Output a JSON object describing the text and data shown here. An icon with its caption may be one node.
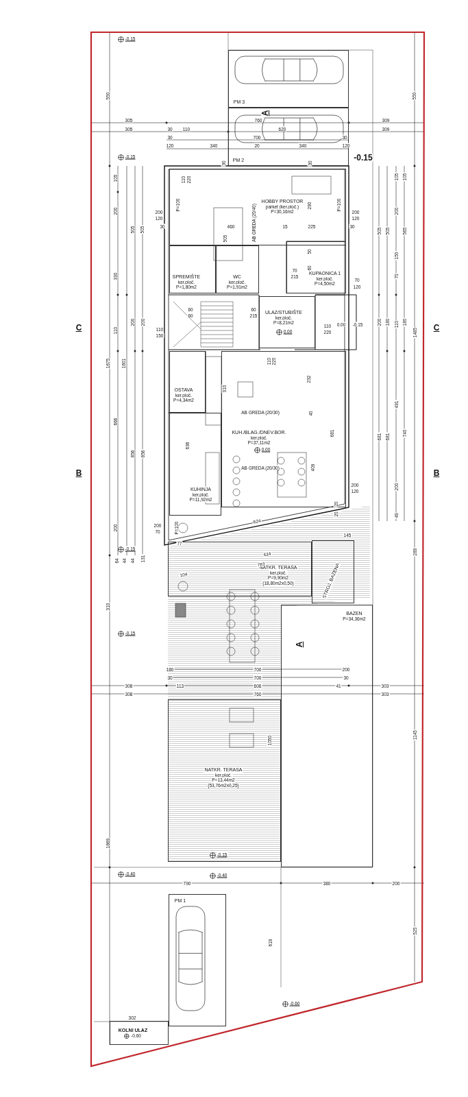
{
  "diagram": {
    "nodes": [
      {
        "text": [
          "PM 3"
        ]
      },
      {
        "text": [
          "PM 2"
        ]
      },
      {
        "text": [
          "HOBBY PROSTOR",
          "parket (ker.ploč.)",
          "P=30,16m2"
        ]
      },
      {
        "text": [
          "SPREMIŠTE",
          "ker.ploč.",
          "P=1,80m2"
        ]
      },
      {
        "text": [
          "WC",
          "ker.ploč.",
          "P=1,91m2"
        ]
      },
      {
        "text": [
          "KUPAONICA 1",
          "ker.ploč.",
          "P=4,50m2"
        ]
      },
      {
        "text": [
          "ULAZ/STUBIŠTE",
          "ker.ploč.",
          "P=8,21m2"
        ]
      },
      {
        "text": [
          "OSTAVA",
          "ker.ploč.",
          "P=4,34m2"
        ]
      },
      {
        "text": [
          "KUH./BLAG./DNEV.BOR.",
          "ker.ploč.",
          "P=37,11m2"
        ]
      },
      {
        "text": [
          "KUHINJA",
          "ker.ploč.",
          "P=11,92m2"
        ]
      },
      {
        "text": [
          "NATKR. TERASA",
          "ker.ploč.",
          "P=9,90m2",
          "(18,80m2x0,50)"
        ]
      },
      {
        "text": [
          "STROJ. BAZENA"
        ]
      },
      {
        "text": [
          "BAZEN",
          "P=34,36m2"
        ]
      },
      {
        "text": [
          "NATKR. TERASA",
          "ker.ploč.",
          "P=13,44m2",
          "(53,76m2x0,25)"
        ]
      },
      {
        "text": [
          "PM 1"
        ]
      },
      {
        "text": [
          "KOLNI ULAZ",
          "-0.60"
        ]
      }
    ],
    "labels": [
      "-0.15",
      "550",
      "550",
      "A",
      "305",
      "760",
      "309",
      "305",
      "30",
      "110",
      "620",
      "309",
      "30",
      "700",
      "30",
      "120",
      "340",
      "20",
      "340",
      "120",
      "-0.15",
      "-0.15",
      "30",
      "30",
      "105",
      "200",
      "505",
      "505",
      "330",
      "105",
      "105",
      "200",
      "505",
      "505",
      "565",
      "150",
      "70",
      "110",
      "220",
      "P=100",
      "200",
      "120",
      "30",
      "460",
      "505",
      "AB GREDA (20/40)",
      "290",
      "15",
      "225",
      "30",
      "P=100",
      "200",
      "120",
      "50",
      "70",
      "215",
      "60",
      "70",
      "120",
      "60",
      "60",
      "60",
      "215",
      "110",
      "150",
      "0.00",
      "110",
      "220",
      "0.00",
      "-0.15",
      "C",
      "C",
      "110",
      "220",
      "232",
      "310",
      "AB GREDA (20/30)",
      "40",
      "681",
      "0.00",
      "636",
      "AB GREDA (20/30)",
      "409",
      "B",
      "B",
      "200",
      "120",
      "P=100",
      "200",
      "70",
      "77",
      "624",
      "20",
      "20",
      "145",
      "110",
      "200",
      "200",
      "1675",
      "1601",
      "666",
      "856",
      "856",
      "200",
      "200",
      "180",
      "110",
      "180",
      "1485",
      "491",
      "681",
      "681",
      "740",
      "200",
      "49",
      "-0.15",
      "289",
      "624",
      "783",
      "104",
      "64",
      "44",
      "44",
      "131",
      "310",
      "-0.15",
      "A",
      "180",
      "700",
      "200",
      "30",
      "700",
      "30",
      "308",
      "113",
      "606",
      "41",
      "303",
      "308",
      "760",
      "303",
      "1050",
      "1145",
      "1669",
      "-0.15",
      "-0.40",
      "-0.40",
      "790",
      "380",
      "200",
      "619",
      "525",
      "-0.60",
      "302"
    ]
  }
}
